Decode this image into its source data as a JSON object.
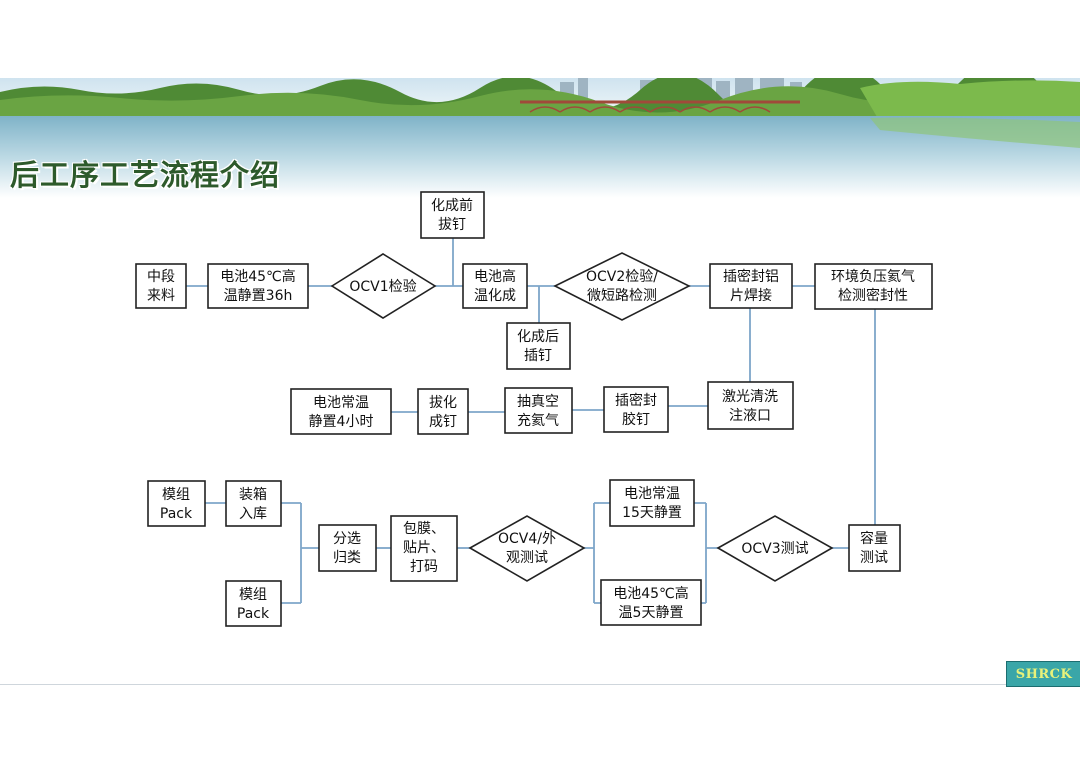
{
  "slide": {
    "title": "后工序工艺流程介绍",
    "logo_text": "SHRCK"
  },
  "flow": {
    "n_zdll": [
      "中段",
      "来料"
    ],
    "n_gw36": [
      "电池45℃高",
      "温静置36h"
    ],
    "n_ocv1": [
      "OCV1检验"
    ],
    "n_hcqbd": [
      "化成前",
      "拔钉"
    ],
    "n_gwhc": [
      "电池高",
      "温化成"
    ],
    "n_hchcd": [
      "化成后",
      "插钉"
    ],
    "n_ocv2": [
      "OCV2检验/",
      "微短路检测"
    ],
    "n_cmflhj": [
      "插密封铝",
      "片焊接"
    ],
    "n_hjfy": [
      "环境负压氦气",
      "检测密封性"
    ],
    "n_jgqx": [
      "激光清洗",
      "注液口"
    ],
    "n_cmfjd": [
      "插密封",
      "胶钉"
    ],
    "n_czk": [
      "抽真空",
      "充氦气"
    ],
    "n_bhcd": [
      "拔化",
      "成钉"
    ],
    "n_cw4h": [
      "电池常温",
      "静置4小时"
    ],
    "n_mz1": [
      "模组",
      "Pack"
    ],
    "n_zxrk": [
      "装箱",
      "入库"
    ],
    "n_mz2": [
      "模组",
      "Pack"
    ],
    "n_fxgl": [
      "分选",
      "归类"
    ],
    "n_bm": [
      "包膜、",
      "贴片、",
      "打码"
    ],
    "n_ocv4": [
      "OCV4/外",
      "观测试"
    ],
    "n_cw15": [
      "电池常温",
      "15天静置"
    ],
    "n_gw5": [
      "电池45℃高",
      "温5天静置"
    ],
    "n_ocv3": [
      "OCV3测试"
    ],
    "n_rlcs": [
      "容量",
      "测试"
    ]
  },
  "colors": {
    "connector": "#7ea6c9",
    "box_border": "#222222",
    "title": "#2d5a2b",
    "logo_bg": "#3aa6a8"
  }
}
